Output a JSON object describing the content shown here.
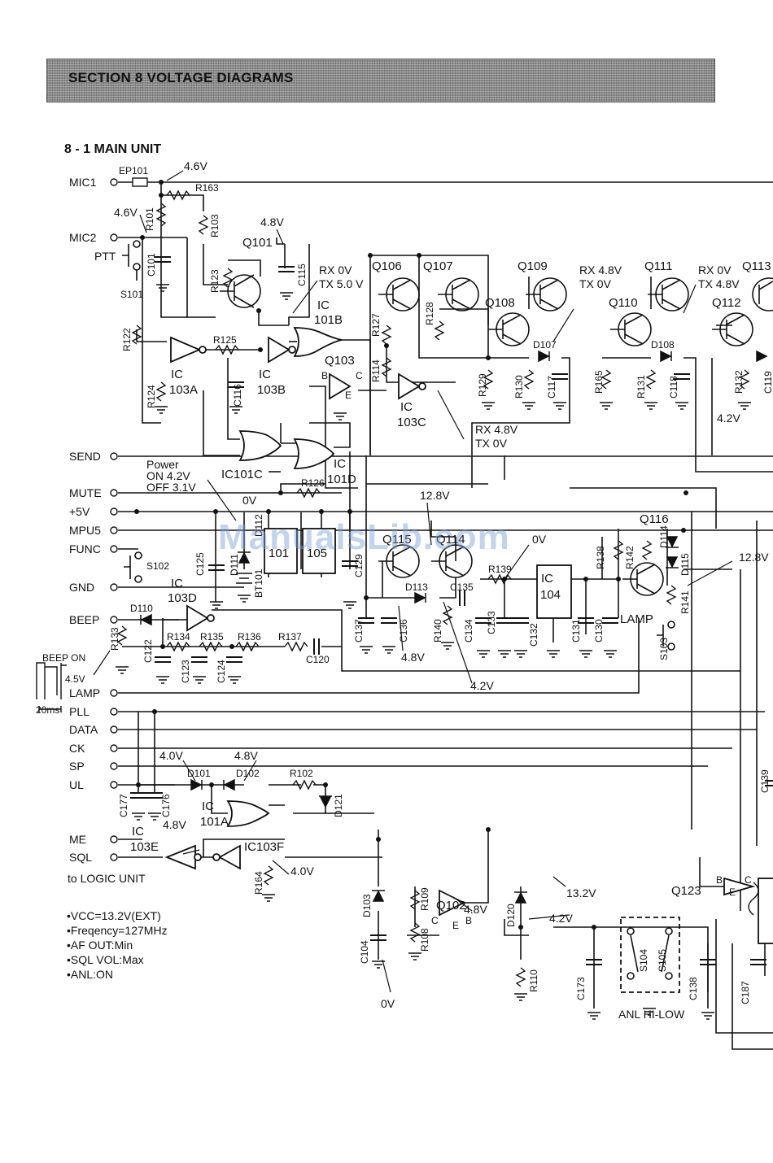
{
  "header": {
    "section_title": "SECTION 8   VOLTAGE DIAGRAMS",
    "sub_title": "8 - 1 MAIN UNIT"
  },
  "signals": {
    "mic1": "MIC1",
    "mic2": "MIC2",
    "ptt": "PTT",
    "s101": "S101",
    "send": "SEND",
    "mute": "MUTE",
    "plus5v": "+5V",
    "mpu5": "MPU5",
    "func": "FUNC",
    "s102": "S102",
    "gnd": "GND",
    "beep": "BEEP",
    "lamp": "LAMP",
    "pll": "PLL",
    "data": "DATA",
    "ck": "CK",
    "sp": "SP",
    "ul": "UL",
    "me": "ME",
    "sql": "SQL",
    "to_logic": "to LOGIC UNIT"
  },
  "ics": {
    "ic101b_a": "IC",
    "ic101b_b": "101B",
    "ic103a_a": "IC",
    "ic103a_b": "103A",
    "ic103b_a": "IC",
    "ic103b_b": "103B",
    "ic103c_a": "IC",
    "ic103c_b": "103C",
    "ic101c": "IC101C",
    "ic101d_a": "IC",
    "ic101d_b": "101D",
    "ic103d_a": "IC",
    "ic103d_b": "103D",
    "ic104_a": "IC",
    "ic104_b": "104",
    "ic101a_a": "IC",
    "ic101a_b": "101A",
    "ic103e_a": "IC",
    "ic103e_b": "103E",
    "ic103f": "IC103F",
    "box101": "101",
    "box105": "105"
  },
  "transistors": {
    "q101": "Q101",
    "q103": "Q103",
    "q106": "Q106",
    "q107": "Q107",
    "q108": "Q108",
    "q109": "Q109",
    "q110": "Q110",
    "q111": "Q111",
    "q112": "Q112",
    "q113": "Q113",
    "q114": "Q114",
    "q115": "Q115",
    "q116": "Q116",
    "q102": "Q102",
    "q123": "Q123"
  },
  "components": {
    "ep101": "EP101",
    "r163": "R163",
    "r101": "R101",
    "r103": "R103",
    "c101": "C101",
    "c115": "C115",
    "r123": "R123",
    "r122": "R122",
    "r125": "R125",
    "r124": "R124",
    "c116": "C116",
    "r127": "R127",
    "r128": "R128",
    "r114": "R114",
    "r129": "R129",
    "r130": "R130",
    "c117": "C117",
    "d107": "D107",
    "r165": "R165",
    "r131": "R131",
    "c118": "C118",
    "d108": "D108",
    "r132": "R132",
    "c119": "C119",
    "r126": "R126",
    "c125": "C125",
    "d111": "D111",
    "d112": "D112",
    "bt101": "BT101",
    "c129": "C129",
    "c137": "C137",
    "c136": "C136",
    "d113": "D113",
    "c135": "C135",
    "r140": "R140",
    "c134": "C134",
    "c133": "C133",
    "r139": "R139",
    "c132": "C132",
    "c131": "C131",
    "c130": "C130",
    "r138": "R138",
    "r142": "R142",
    "d114": "D114",
    "d115": "D115",
    "r141": "R141",
    "lamp_label": "LAMP",
    "s103": "S103",
    "d110": "D110",
    "r133": "R133",
    "r134": "R134",
    "r135": "R135",
    "r136": "R136",
    "r137": "R137",
    "c122": "C122",
    "c123": "C123",
    "c124": "C124",
    "c120": "C120",
    "c177": "C177",
    "c176": "C176",
    "d101": "D101",
    "d102": "D102",
    "r102": "R102",
    "d121": "D121",
    "r164": "R164",
    "d103": "D103",
    "c104": "C104",
    "r109": "R109",
    "r108": "R108",
    "d120": "D120",
    "r110": "R110",
    "c173": "C173",
    "s104": "S104",
    "s105": "S105",
    "c138": "C138",
    "c187": "C187",
    "c139": "C139"
  },
  "voltages": {
    "v46a": "4.6V",
    "v46b": "4.6V",
    "v48_q101": "4.8V",
    "rx_q101a": "RX 0V",
    "rx_q101b": "TX 5.0 V",
    "rx_q109a": "RX 4.8V",
    "rx_q109b": "TX 0V",
    "rx_q111a": "RX 0V",
    "rx_q111b": "TX 4.8V",
    "rx_103ca": "RX 4.8V",
    "rx_103cb": "TX 0V",
    "power_a": "Power",
    "power_b": "ON 4.2V",
    "power_c": "OFF 3.1V",
    "v0_mute": "0V",
    "v128": "12.8V",
    "v0_ic104": "0V",
    "v48_q115": "4.8V",
    "v42_q114": "4.2V",
    "v42_q112": "4.2V",
    "v128_q116": "12.8V",
    "v40_d101": "4.0V",
    "v48_d102": "4.8V",
    "v48_103e": "4.8V",
    "v40_103f": "4.0V",
    "v0_c104": "0V",
    "v48_q102": "4.8V",
    "v132_d120": "13.2V",
    "v42_d120": "4.2V",
    "beep_on": "BEEP ON",
    "beep_45": "4.5V",
    "beep_20ms": "20ms",
    "anl_hilow": "ANL  HI-LOW",
    "b_label": "B",
    "c_label": "C",
    "e_label": "E",
    "b_q102": "B",
    "c_q102": "C",
    "e_q102": "E",
    "b_q123": "B",
    "c_q123": "C",
    "e_q123": "E"
  },
  "notes": [
    "•VCC=13.2V(EXT)",
    "•Freqency=127MHz",
    "•AF OUT:Min",
    "•SQL VOL:Max",
    "•ANL:ON"
  ],
  "watermark": "ManualsLib.com"
}
